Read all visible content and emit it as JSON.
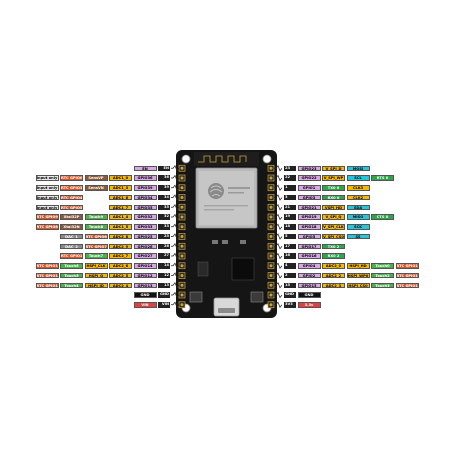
{
  "colors": {
    "input_only": "#e8e8e8",
    "rtc": "#d5582b",
    "sensor": "#8b5a3c",
    "adc": "#f5b800",
    "gpio": "#d9a6e6",
    "touch": "#49b04a",
    "dac": "#8a8a8a",
    "hspi": "#f5b800",
    "vspi": "#f5b800",
    "spi": "#f5b800",
    "flash": "#f5b800",
    "i2c": "#25c6d9",
    "uart": "#2fa44a",
    "power_3v3": "#e04040",
    "gnd": "#111111",
    "vin": "#e04040",
    "en": "#d9a6e6",
    "board": "#111111",
    "pin_bg": "#222222"
  },
  "board": {
    "module_logo": "espressif-logo",
    "usb_port": "micro-usb-port"
  },
  "left_pins": [
    {
      "pin": "EN",
      "labels": [
        {
          "text": "EN",
          "kind": "en"
        }
      ]
    },
    {
      "pin": "36",
      "labels": [
        {
          "text": "Input only",
          "kind": "input_only"
        },
        {
          "text": "RTC GPIO0",
          "kind": "rtc"
        },
        {
          "text": "SensVP",
          "kind": "sensor"
        },
        {
          "text": "ADC1_0",
          "kind": "adc"
        },
        {
          "text": "GPIO36",
          "kind": "gpio"
        }
      ]
    },
    {
      "pin": "39",
      "labels": [
        {
          "text": "Input only",
          "kind": "input_only"
        },
        {
          "text": "RTC GPIO3",
          "kind": "rtc"
        },
        {
          "text": "SensVN",
          "kind": "sensor"
        },
        {
          "text": "ADC1_3",
          "kind": "adc"
        },
        {
          "text": "GPIO39",
          "kind": "gpio"
        }
      ]
    },
    {
      "pin": "34",
      "labels": [
        {
          "text": "Input only",
          "kind": "input_only"
        },
        {
          "text": "RTC GPIO4",
          "kind": "rtc"
        },
        {
          "text": "",
          "kind": "blank"
        },
        {
          "text": "ADC1_6",
          "kind": "adc"
        },
        {
          "text": "GPIO34",
          "kind": "gpio"
        }
      ]
    },
    {
      "pin": "35",
      "labels": [
        {
          "text": "Input only",
          "kind": "input_only"
        },
        {
          "text": "RTC GPIO5",
          "kind": "rtc"
        },
        {
          "text": "",
          "kind": "blank"
        },
        {
          "text": "ADC1_7",
          "kind": "adc"
        },
        {
          "text": "GPIO35",
          "kind": "gpio"
        }
      ]
    },
    {
      "pin": "32",
      "labels": [
        {
          "text": "RTC GPIO9",
          "kind": "rtc"
        },
        {
          "text": "Xtal32P",
          "kind": "sensor"
        },
        {
          "text": "Touch9",
          "kind": "touch"
        },
        {
          "text": "ADC1_4",
          "kind": "adc"
        },
        {
          "text": "GPIO32",
          "kind": "gpio"
        }
      ]
    },
    {
      "pin": "33",
      "labels": [
        {
          "text": "RTC GPIO8",
          "kind": "rtc"
        },
        {
          "text": "Xtal32N",
          "kind": "sensor"
        },
        {
          "text": "Touch8",
          "kind": "touch"
        },
        {
          "text": "ADC1_5",
          "kind": "adc"
        },
        {
          "text": "GPIO33",
          "kind": "gpio"
        }
      ]
    },
    {
      "pin": "25",
      "labels": [
        {
          "text": "DAC_1",
          "kind": "dac"
        },
        {
          "text": "RTC GPIO6",
          "kind": "rtc"
        },
        {
          "text": "ADC2_8",
          "kind": "adc"
        },
        {
          "text": "GPIO25",
          "kind": "gpio"
        }
      ]
    },
    {
      "pin": "26",
      "labels": [
        {
          "text": "DAC_2",
          "kind": "dac"
        },
        {
          "text": "RTC GPIO7",
          "kind": "rtc"
        },
        {
          "text": "ADC2_9",
          "kind": "adc"
        },
        {
          "text": "GPIO26",
          "kind": "gpio"
        }
      ]
    },
    {
      "pin": "27",
      "labels": [
        {
          "text": "RTC GPIO17",
          "kind": "rtc"
        },
        {
          "text": "Touch7",
          "kind": "touch"
        },
        {
          "text": "ADC2_7",
          "kind": "adc"
        },
        {
          "text": "GPIO27",
          "kind": "gpio"
        }
      ]
    },
    {
      "pin": "14",
      "labels": [
        {
          "text": "RTC GPIO16",
          "kind": "rtc"
        },
        {
          "text": "Touch6",
          "kind": "touch"
        },
        {
          "text": "HSPI_CLK",
          "kind": "hspi"
        },
        {
          "text": "ADC2_6",
          "kind": "adc"
        },
        {
          "text": "GPIO14",
          "kind": "gpio"
        }
      ]
    },
    {
      "pin": "12",
      "labels": [
        {
          "text": "RTC GPIO15",
          "kind": "rtc"
        },
        {
          "text": "Touch5",
          "kind": "touch"
        },
        {
          "text": "HSPI_Q",
          "kind": "hspi"
        },
        {
          "text": "ADC2_5",
          "kind": "adc"
        },
        {
          "text": "GPIO12",
          "kind": "gpio"
        }
      ]
    },
    {
      "pin": "13",
      "labels": [
        {
          "text": "RTC GPIO14",
          "kind": "rtc"
        },
        {
          "text": "Touch4",
          "kind": "touch"
        },
        {
          "text": "HSPI_ID",
          "kind": "hspi"
        },
        {
          "text": "ADC2_4",
          "kind": "adc"
        },
        {
          "text": "GPIO13",
          "kind": "gpio"
        }
      ]
    },
    {
      "pin": "GND",
      "labels": [
        {
          "text": "GND",
          "kind": "gnd"
        }
      ]
    },
    {
      "pin": "VIN",
      "labels": [
        {
          "text": "VIN",
          "kind": "vin"
        }
      ]
    }
  ],
  "right_pins": [
    {
      "pin": "23",
      "labels": [
        {
          "text": "GPIO23",
          "kind": "gpio"
        },
        {
          "text": "V_SPI_D",
          "kind": "vspi"
        },
        {
          "text": "MOSI",
          "kind": "i2c"
        }
      ]
    },
    {
      "pin": "22",
      "labels": [
        {
          "text": "GPIO22",
          "kind": "gpio"
        },
        {
          "text": "V_SPI_WP",
          "kind": "vspi"
        },
        {
          "text": "SCL",
          "kind": "i2c"
        },
        {
          "text": "RTS 0",
          "kind": "uart"
        }
      ]
    },
    {
      "pin": "1",
      "labels": [
        {
          "text": "GPIO1",
          "kind": "gpio"
        },
        {
          "text": "TX0 0",
          "kind": "uart"
        },
        {
          "text": "CLK3",
          "kind": "flash"
        }
      ]
    },
    {
      "pin": "3",
      "labels": [
        {
          "text": "GPIO3",
          "kind": "gpio"
        },
        {
          "text": "RX0 0",
          "kind": "uart"
        },
        {
          "text": "CLK2",
          "kind": "flash"
        }
      ]
    },
    {
      "pin": "21",
      "labels": [
        {
          "text": "GPIO21",
          "kind": "gpio"
        },
        {
          "text": "VSPI_HD",
          "kind": "vspi"
        },
        {
          "text": "SDA",
          "kind": "i2c"
        }
      ]
    },
    {
      "pin": "19",
      "labels": [
        {
          "text": "GPIO19",
          "kind": "gpio"
        },
        {
          "text": "V_SPI_Q",
          "kind": "vspi"
        },
        {
          "text": "MISO",
          "kind": "i2c"
        },
        {
          "text": "CTS 0",
          "kind": "uart"
        }
      ]
    },
    {
      "pin": "18",
      "labels": [
        {
          "text": "GPIO18",
          "kind": "gpio"
        },
        {
          "text": "V_SPI_CLK",
          "kind": "vspi"
        },
        {
          "text": "SCK",
          "kind": "i2c"
        }
      ]
    },
    {
      "pin": "5",
      "labels": [
        {
          "text": "GPIO5",
          "kind": "gpio"
        },
        {
          "text": "V_SPI_CS0",
          "kind": "vspi"
        },
        {
          "text": "SS",
          "kind": "i2c"
        }
      ]
    },
    {
      "pin": "17",
      "labels": [
        {
          "text": "GPIO17",
          "kind": "gpio"
        },
        {
          "text": "TX0 2",
          "kind": "uart"
        }
      ]
    },
    {
      "pin": "16",
      "labels": [
        {
          "text": "GPIO16",
          "kind": "gpio"
        },
        {
          "text": "RX0 2",
          "kind": "uart"
        }
      ]
    },
    {
      "pin": "4",
      "labels": [
        {
          "text": "GPIO4",
          "kind": "gpio"
        },
        {
          "text": "ADC2_0",
          "kind": "adc"
        },
        {
          "text": "HSPI_HD",
          "kind": "hspi"
        },
        {
          "text": "Touch0",
          "kind": "touch"
        },
        {
          "text": "RTC GPIO10",
          "kind": "rtc"
        }
      ]
    },
    {
      "pin": "2",
      "labels": [
        {
          "text": "GPIO2",
          "kind": "gpio"
        },
        {
          "text": "ADC2_2",
          "kind": "adc"
        },
        {
          "text": "HSPI_WP0",
          "kind": "hspi"
        },
        {
          "text": "Touch2",
          "kind": "touch"
        },
        {
          "text": "RTC GPIO12",
          "kind": "rtc"
        }
      ]
    },
    {
      "pin": "15",
      "labels": [
        {
          "text": "GPIO15",
          "kind": "gpio"
        },
        {
          "text": "ADC2_3",
          "kind": "adc"
        },
        {
          "text": "HSPI_CS0",
          "kind": "hspi"
        },
        {
          "text": "Touch3",
          "kind": "touch"
        },
        {
          "text": "RTC GPIO13",
          "kind": "rtc"
        }
      ]
    },
    {
      "pin": "GND",
      "labels": [
        {
          "text": "GND",
          "kind": "gnd"
        }
      ]
    },
    {
      "pin": "3V3",
      "labels": [
        {
          "text": "3.3v",
          "kind": "power_3v3"
        }
      ]
    }
  ]
}
